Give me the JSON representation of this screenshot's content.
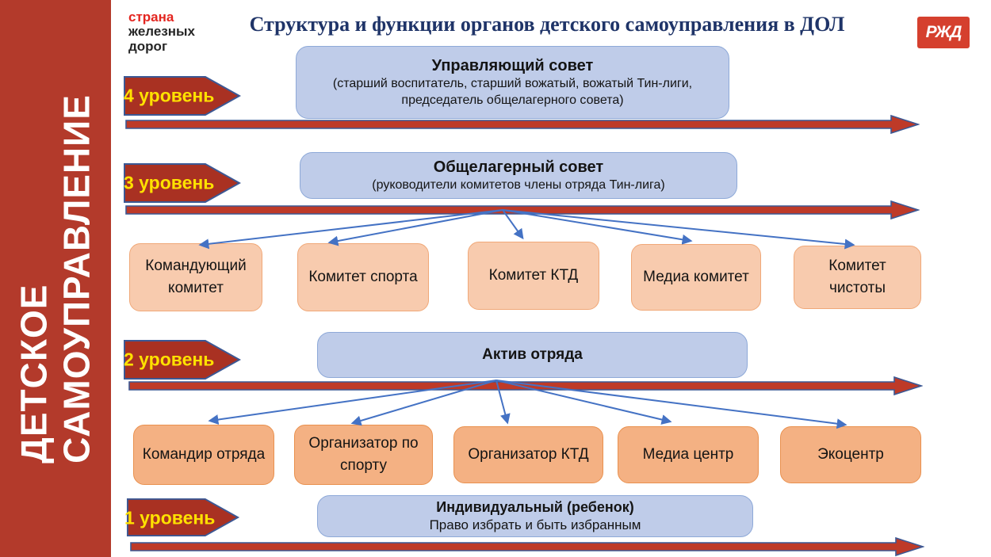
{
  "slide": {
    "sidebar": {
      "line1": "ДЕТСКОЕ",
      "line2": "САМОУПРАВЛЕНИЕ"
    },
    "brand": {
      "line1": "страна",
      "line2": "железных",
      "line3": "дорог"
    },
    "title": "Структура и функции органов детского самоуправления в ДОЛ",
    "rzd": "РЖД"
  },
  "levels": [
    {
      "label": "4 уровень"
    },
    {
      "label": "3 уровень"
    },
    {
      "label": "2 уровень"
    },
    {
      "label": "1 уровень"
    }
  ],
  "councils": [
    {
      "title": "Управляющий совет",
      "subtitle": "(старший воспитатель, старший вожатый, вожатый Тин-лиги, председатель общелагерного совета)"
    },
    {
      "title": "Общелагерный совет",
      "subtitle": "(руководители комитетов члены отряда Тин-лига)"
    },
    {
      "title": "Актив отряда",
      "subtitle": ""
    },
    {
      "title": "Индивидуальный (ребенок)",
      "subtitle": "Право избрать и быть избранным"
    }
  ],
  "committees_level3": [
    "Командующий комитет",
    "Комитет спорта",
    "Комитет КТД",
    "Медиа комитет",
    "Комитет чистоты"
  ],
  "committees_level2": [
    "Командир отряда",
    "Организатор по спорту",
    "Организатор КТД",
    "Медиа центр",
    "Экоцентр"
  ],
  "colors": {
    "sidebar_red": "#b33a2b",
    "level_arrow_red": "#a93122",
    "timeline_red": "#be3a28",
    "outline_navy": "#3c5894",
    "council_blue_fill": "#bfcce9",
    "council_blue_border": "#8ea9d8",
    "committee_light_orange": "#f8cbae",
    "committee_dark_orange": "#f4b183",
    "connector_blue": "#4472c4",
    "title_navy": "#1f3468",
    "level_label_yellow": "#ffe100",
    "brand_red": "#e3251f",
    "rzd_red": "#d5402e"
  }
}
